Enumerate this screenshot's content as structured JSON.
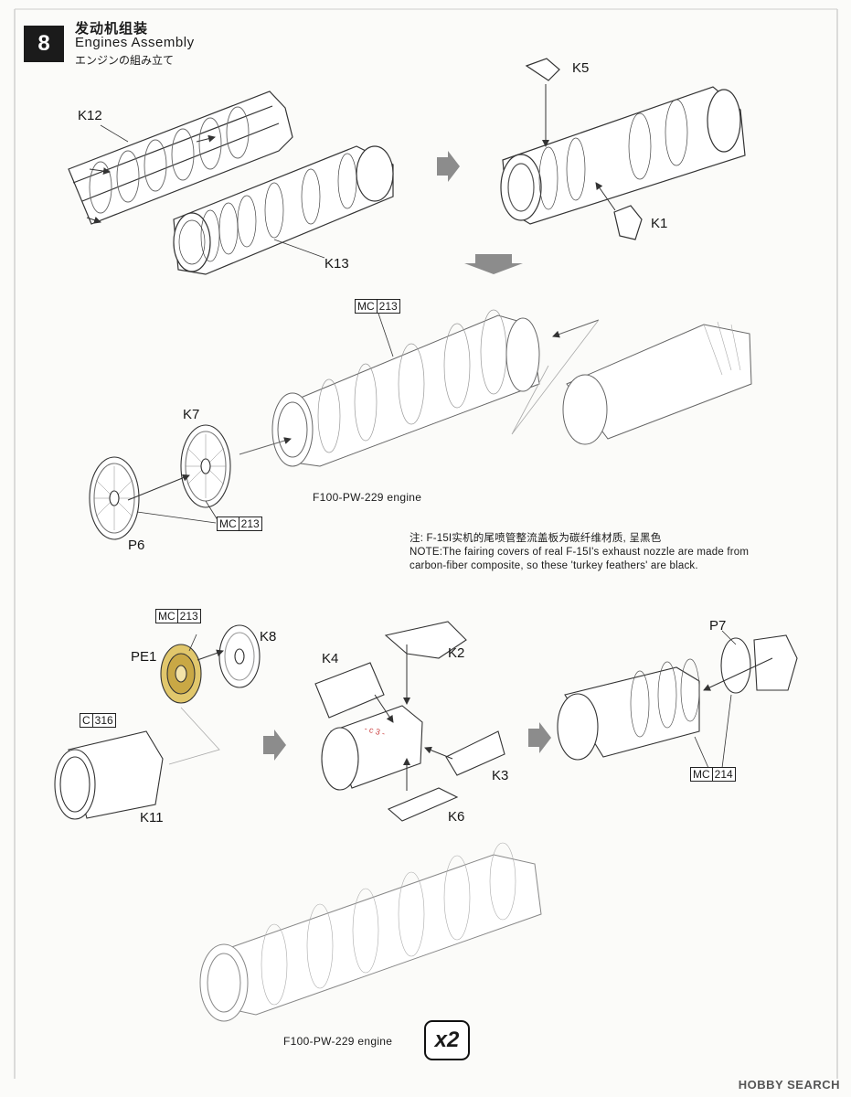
{
  "step": {
    "number": "8",
    "title_cn": "发动机组装",
    "title_en": "Engines Assembly",
    "title_jp": "エンジンの組み立て"
  },
  "labels": {
    "k12": "K12",
    "k13": "K13",
    "k5": "K5",
    "k1": "K1",
    "k7": "K7",
    "p6": "P6",
    "k8": "K8",
    "pe1": "PE1",
    "k4": "K4",
    "k2": "K2",
    "k3": "K3",
    "k6": "K6",
    "k11": "K11",
    "p7": "P7"
  },
  "color_codes": {
    "mc213_top": {
      "prefix": "MC",
      "number": "213"
    },
    "mc213_mid": {
      "prefix": "MC",
      "number": "213"
    },
    "mc213_pe": {
      "prefix": "MC",
      "number": "213"
    },
    "c316": {
      "prefix": "C",
      "number": "316"
    },
    "mc214": {
      "prefix": "MC",
      "number": "214"
    }
  },
  "captions": {
    "engine_mid": "F100-PW-229 engine",
    "engine_bottom": "F100-PW-229 engine"
  },
  "note": {
    "cn": "注: F-15I实机的尾喷管整流盖板为碳纤维材质, 呈黑色",
    "en_line1": "NOTE:The fairing covers of real F-15I's exhaust nozzle are made from",
    "en_line2": "carbon-fiber composite, so these 'turkey feathers'  are  black."
  },
  "quantity": "x2",
  "watermark": "HOBBY SEARCH",
  "colors": {
    "ink": "#1a1a1a",
    "badge": "#1b1b1b",
    "arrow": "#8c8c8c",
    "paper": "#fbfbf9"
  }
}
